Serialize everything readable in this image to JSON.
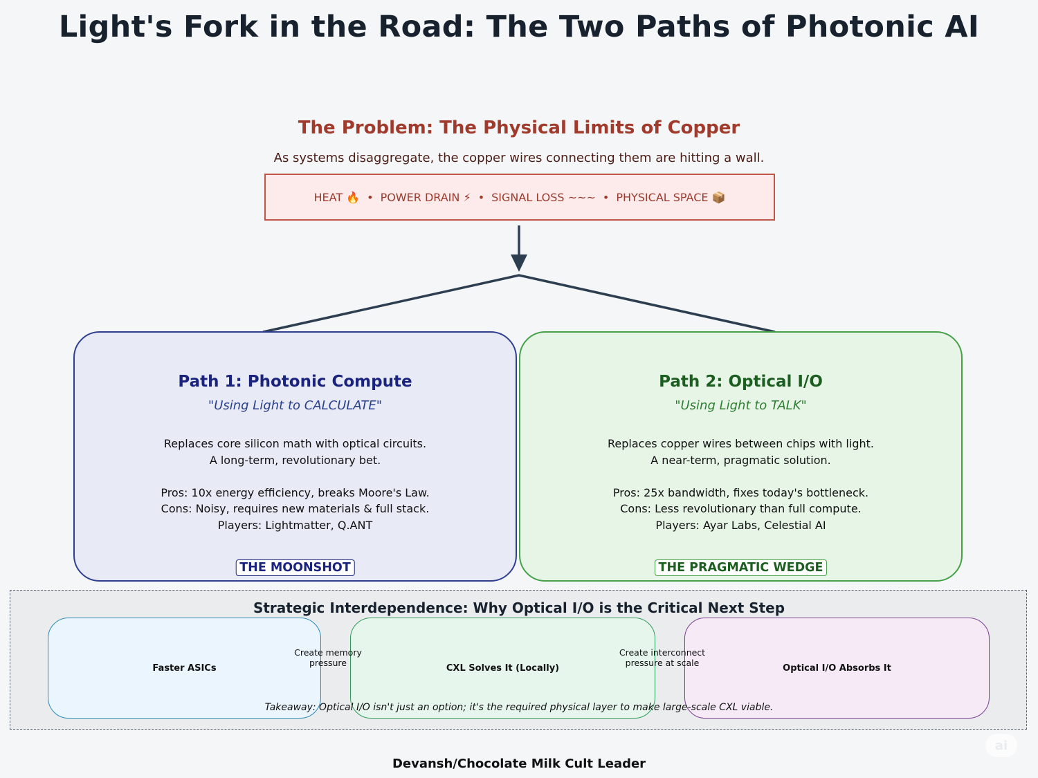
{
  "title": "Light's Fork in the Road: The Two Paths of Photonic AI",
  "problem": {
    "title": "The Problem: The Physical Limits of Copper",
    "subtitle": "As systems disaggregate, the copper wires connecting them are hitting a wall.",
    "items": [
      "HEAT 🔥",
      "POWER DRAIN ⚡",
      "SIGNAL LOSS ~~~",
      "PHYSICAL SPACE 📦"
    ],
    "separator": "•"
  },
  "paths": [
    {
      "title": "Path 1: Photonic Compute",
      "tagline": "\"Using Light to CALCULATE\"",
      "description": [
        "Replaces core silicon math with optical circuits.",
        "A long-term, revolutionary bet."
      ],
      "details": [
        "Pros: 10x energy efficiency, breaks Moore's Law.",
        "Cons: Noisy, requires new materials & full stack.",
        "Players: Lightmatter, Q.ANT"
      ],
      "badge": "THE MOONSHOT",
      "color": "#1a237e"
    },
    {
      "title": "Path 2: Optical I/O",
      "tagline": "\"Using Light to TALK\"",
      "description": [
        "Replaces copper wires between chips with light.",
        "A near-term, pragmatic solution."
      ],
      "details": [
        "Pros: 25x bandwidth, fixes today's bottleneck.",
        "Cons: Less revolutionary than full compute.",
        "Players: Ayar Labs, Celestial AI"
      ],
      "badge": "THE PRAGMATIC WEDGE",
      "color": "#1b5e20"
    }
  ],
  "strategy": {
    "title": "Strategic Interdependence: Why Optical I/O is the Critical Next Step",
    "steps": [
      "Faster ASICs",
      "CXL Solves It (Locally)",
      "Optical I/O Absorbs It"
    ],
    "transitions": [
      [
        "Create memory",
        "pressure"
      ],
      [
        "Create interconnect",
        "pressure at scale"
      ]
    ],
    "takeaway": "Takeaway: Optical I/O isn't just an option; it's the required physical layer to make large-scale CXL viable."
  },
  "credit": "Devansh/Chocolate Milk Cult Leader",
  "watermark": "ai",
  "colors": {
    "problem_accent": "#a03a2c",
    "connector": "#2c3e50",
    "path1_border": "#2e3f8f",
    "path2_border": "#45a049"
  }
}
